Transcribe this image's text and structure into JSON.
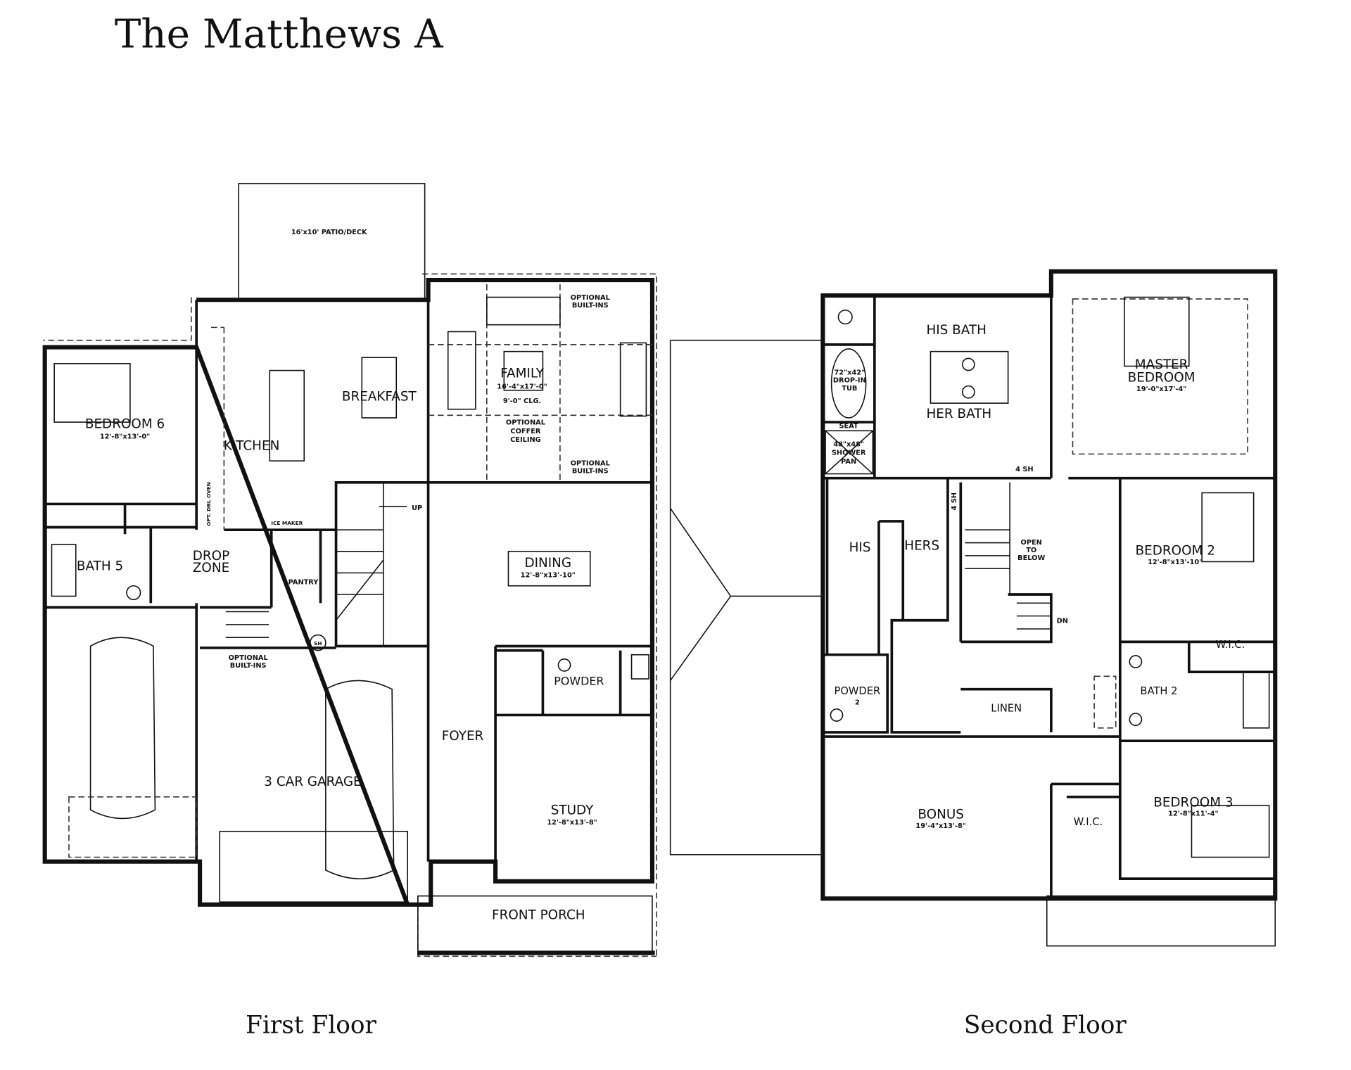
{
  "title": "The Matthews A",
  "first_floor": {
    "caption": "First Floor",
    "rooms": {
      "patio": "16'x10' PATIO/DECK",
      "family": "FAMILY",
      "family_dim": "16'-4\"x17'-0\"",
      "family_clg": "9'-0\" CLG.",
      "builtins_top": [
        "OPTIONAL",
        "BUILT-INS"
      ],
      "builtins_bottom": [
        "OPTIONAL",
        "BUILT-INS"
      ],
      "coffer": [
        "OPTIONAL",
        "COFFER",
        "CEILING"
      ],
      "breakfast": "BREAKFAST",
      "kitchen": "KITCHEN",
      "bedroom6": "BEDROOM 6",
      "bedroom6_dim": "12'-8\"x13'-0\"",
      "bath5": "BATH 5",
      "drop_zone": [
        "DROP",
        "ZONE"
      ],
      "pantry": "PANTRY",
      "ice_maker": "ICE MAKER",
      "dbl_oven": "OPT. DBL OVEN",
      "up": "UP",
      "dining": "DINING",
      "dining_dim": "12'-8\"x13'-10\"",
      "garage_builtins": [
        "OPTIONAL",
        "BUILT-INS"
      ],
      "sh": "SH",
      "powder": "POWDER",
      "foyer": "FOYER",
      "garage": "3 CAR GARAGE",
      "study": "STUDY",
      "study_dim": "12'-8\"x13'-8\"",
      "front_porch": "FRONT PORCH"
    }
  },
  "second_floor": {
    "caption": "Second Floor",
    "rooms": {
      "his_bath": "HIS BATH",
      "her_bath": "HER BATH",
      "tub": [
        "72\"x42\"",
        "DROP-IN",
        "TUB"
      ],
      "seat": "SEAT",
      "shower": [
        "48\"x48\"",
        "SHOWER",
        "PAN"
      ],
      "four_sh_a": "4 SH",
      "four_sh_b": "4 SH",
      "master": [
        "MASTER",
        "BEDROOM"
      ],
      "master_dim": "19'-0\"x17'-4\"",
      "his": "HIS",
      "hers": "HERS",
      "open_below": [
        "OPEN",
        "TO",
        "BELOW"
      ],
      "dn": "DN",
      "bedroom2": "BEDROOM 2",
      "bedroom2_dim": "12'-8\"x13'-10\"",
      "wic_a": "W.I.C.",
      "bath2": "BATH 2",
      "powder2": [
        "POWDER",
        "2"
      ],
      "linen": "LINEN",
      "bonus": "BONUS",
      "bonus_dim": "19'-4\"x13'-8\"",
      "wic_b": "W.I.C.",
      "bedroom3": "BEDROOM 3",
      "bedroom3_dim": "12'-8\"x11'-4\""
    }
  }
}
